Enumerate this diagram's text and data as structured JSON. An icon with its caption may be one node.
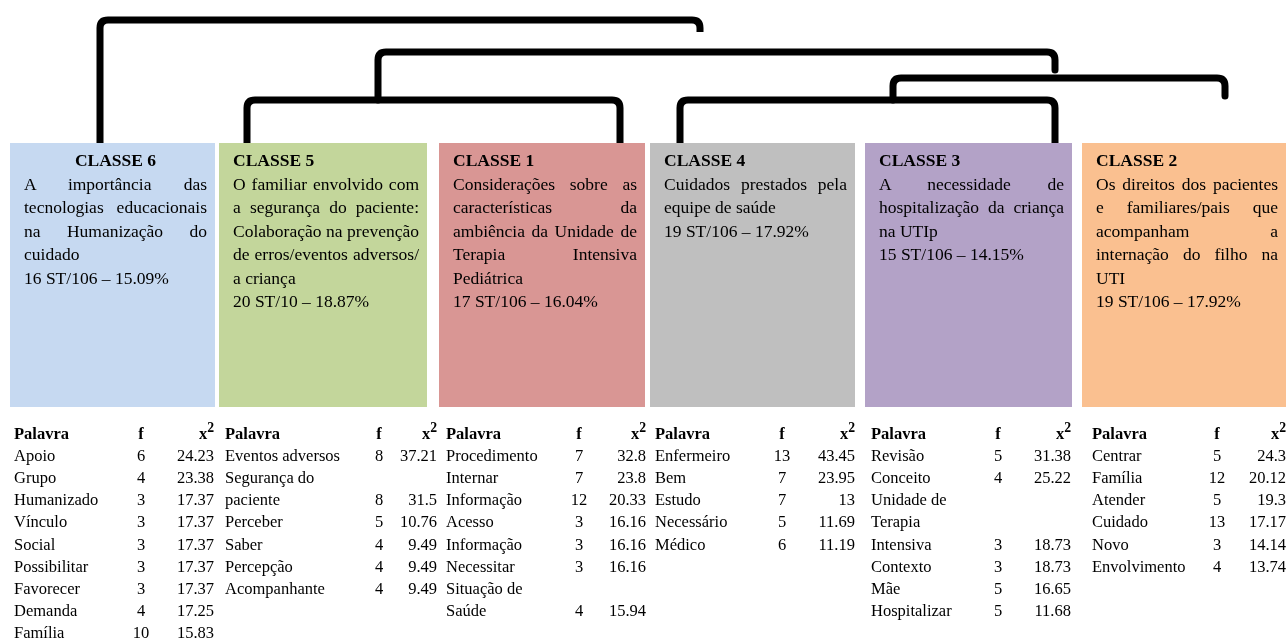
{
  "diagram": {
    "nodes": [
      {
        "text": [
          "CLASSE 6",
          "A importância das tecnologias educacionais na Humanização do cuidado",
          "16 ST/106 – 15.09%"
        ]
      },
      {
        "text": [
          "CLASSE 5",
          "O familiar envolvido com a segurança do paciente: Colaboração na prevenção de erros/eventos adversos/ a criança",
          "20 ST/10 – 18.87%"
        ]
      },
      {
        "text": [
          "CLASSE 1",
          "Considerações sobre as características da ambiência da Unidade de Terapia Intensiva Pediátrica",
          "17 ST/106 – 16.04%"
        ]
      },
      {
        "text": [
          "CLASSE 4",
          "Cuidados prestados pela equipe de saúde",
          "19 ST/106 – 17.92%"
        ]
      },
      {
        "text": [
          "CLASSE 3",
          "A necessidade de hospitalização da criança na UTIp",
          "15 ST/106 – 14.15%"
        ]
      },
      {
        "text": [
          "CLASSE 2",
          "Os direitos dos pacientes e familiares/pais que acompanham a internação do filho na UTI",
          "19 ST/106 – 17.92%"
        ]
      }
    ],
    "edges": [
      {
        "from": 1,
        "to": 2,
        "arrow": "none"
      },
      {
        "from": 3,
        "to": 4,
        "arrow": "none"
      },
      {
        "from": 0,
        "to": null,
        "arrow": "none"
      }
    ],
    "labels": [
      "Palavra",
      "f",
      "x$^{2}$",
      "Apoio",
      "6",
      "24.23",
      "Grupo",
      "4",
      "23.38",
      "Humanizado",
      "3",
      "17.37",
      "Vínculo",
      "3",
      "17.37",
      "Social",
      "3",
      "17.37",
      "Possibilitar",
      "3",
      "17.37",
      "Favorecer",
      "3",
      "17.37",
      "Demanda",
      "4",
      "17.25",
      "Família",
      "10",
      "15.83",
      "Palavra",
      "f",
      "x$^{2}$",
      "Eventos adversos",
      "8",
      "37.21",
      "Segurança do paciente",
      "8",
      "31.5",
      "Perceber",
      "5",
      "10.76",
      "Saber",
      "4",
      "9.49",
      "Percepção",
      "4",
      "9.49",
      "Acompanhante",
      "4",
      "9.49",
      "Palavra",
      "f",
      "x$^{2}$",
      "Procedimento",
      "7",
      "32.8",
      "Internar",
      "7",
      "23.8",
      "Informação",
      "12",
      "20.33",
      "Acesso",
      "3",
      "16.16",
      "Informação",
      "3",
      "16.16",
      "Necessitar",
      "3",
      "16.16",
      "Situação de Saúde",
      "4",
      "15.94",
      "Palavra",
      "f",
      "x$^{2}$",
      "Enfermeiro",
      "13",
      "43.45",
      "Bem",
      "7",
      "23.95",
      "Estudo",
      "7",
      "13",
      "Necessário",
      "5",
      "11.69",
      "Médico",
      "6",
      "11.19",
      "Palavra",
      "f",
      "x$^{2}$",
      "Revisão",
      "5",
      "31.38",
      "Conceito",
      "4",
      "25.22",
      "Unidade de Terapia Intensiva",
      "3",
      "18.73",
      "Contexto",
      "3",
      "18.73",
      "Mãe",
      "5",
      "16.65",
      "Hospitalizar",
      "5",
      "11.68",
      "Palavra",
      "f",
      "x$^{2}$",
      "Centrar",
      "5",
      "24.3",
      "Família",
      "12",
      "20.12",
      "Atender",
      "5",
      "19.3",
      "Cuidado",
      "13",
      "17.17",
      "Novo",
      "3",
      "14.14",
      "Envolvimento",
      "4",
      "13.74"
    ]
  }
}
